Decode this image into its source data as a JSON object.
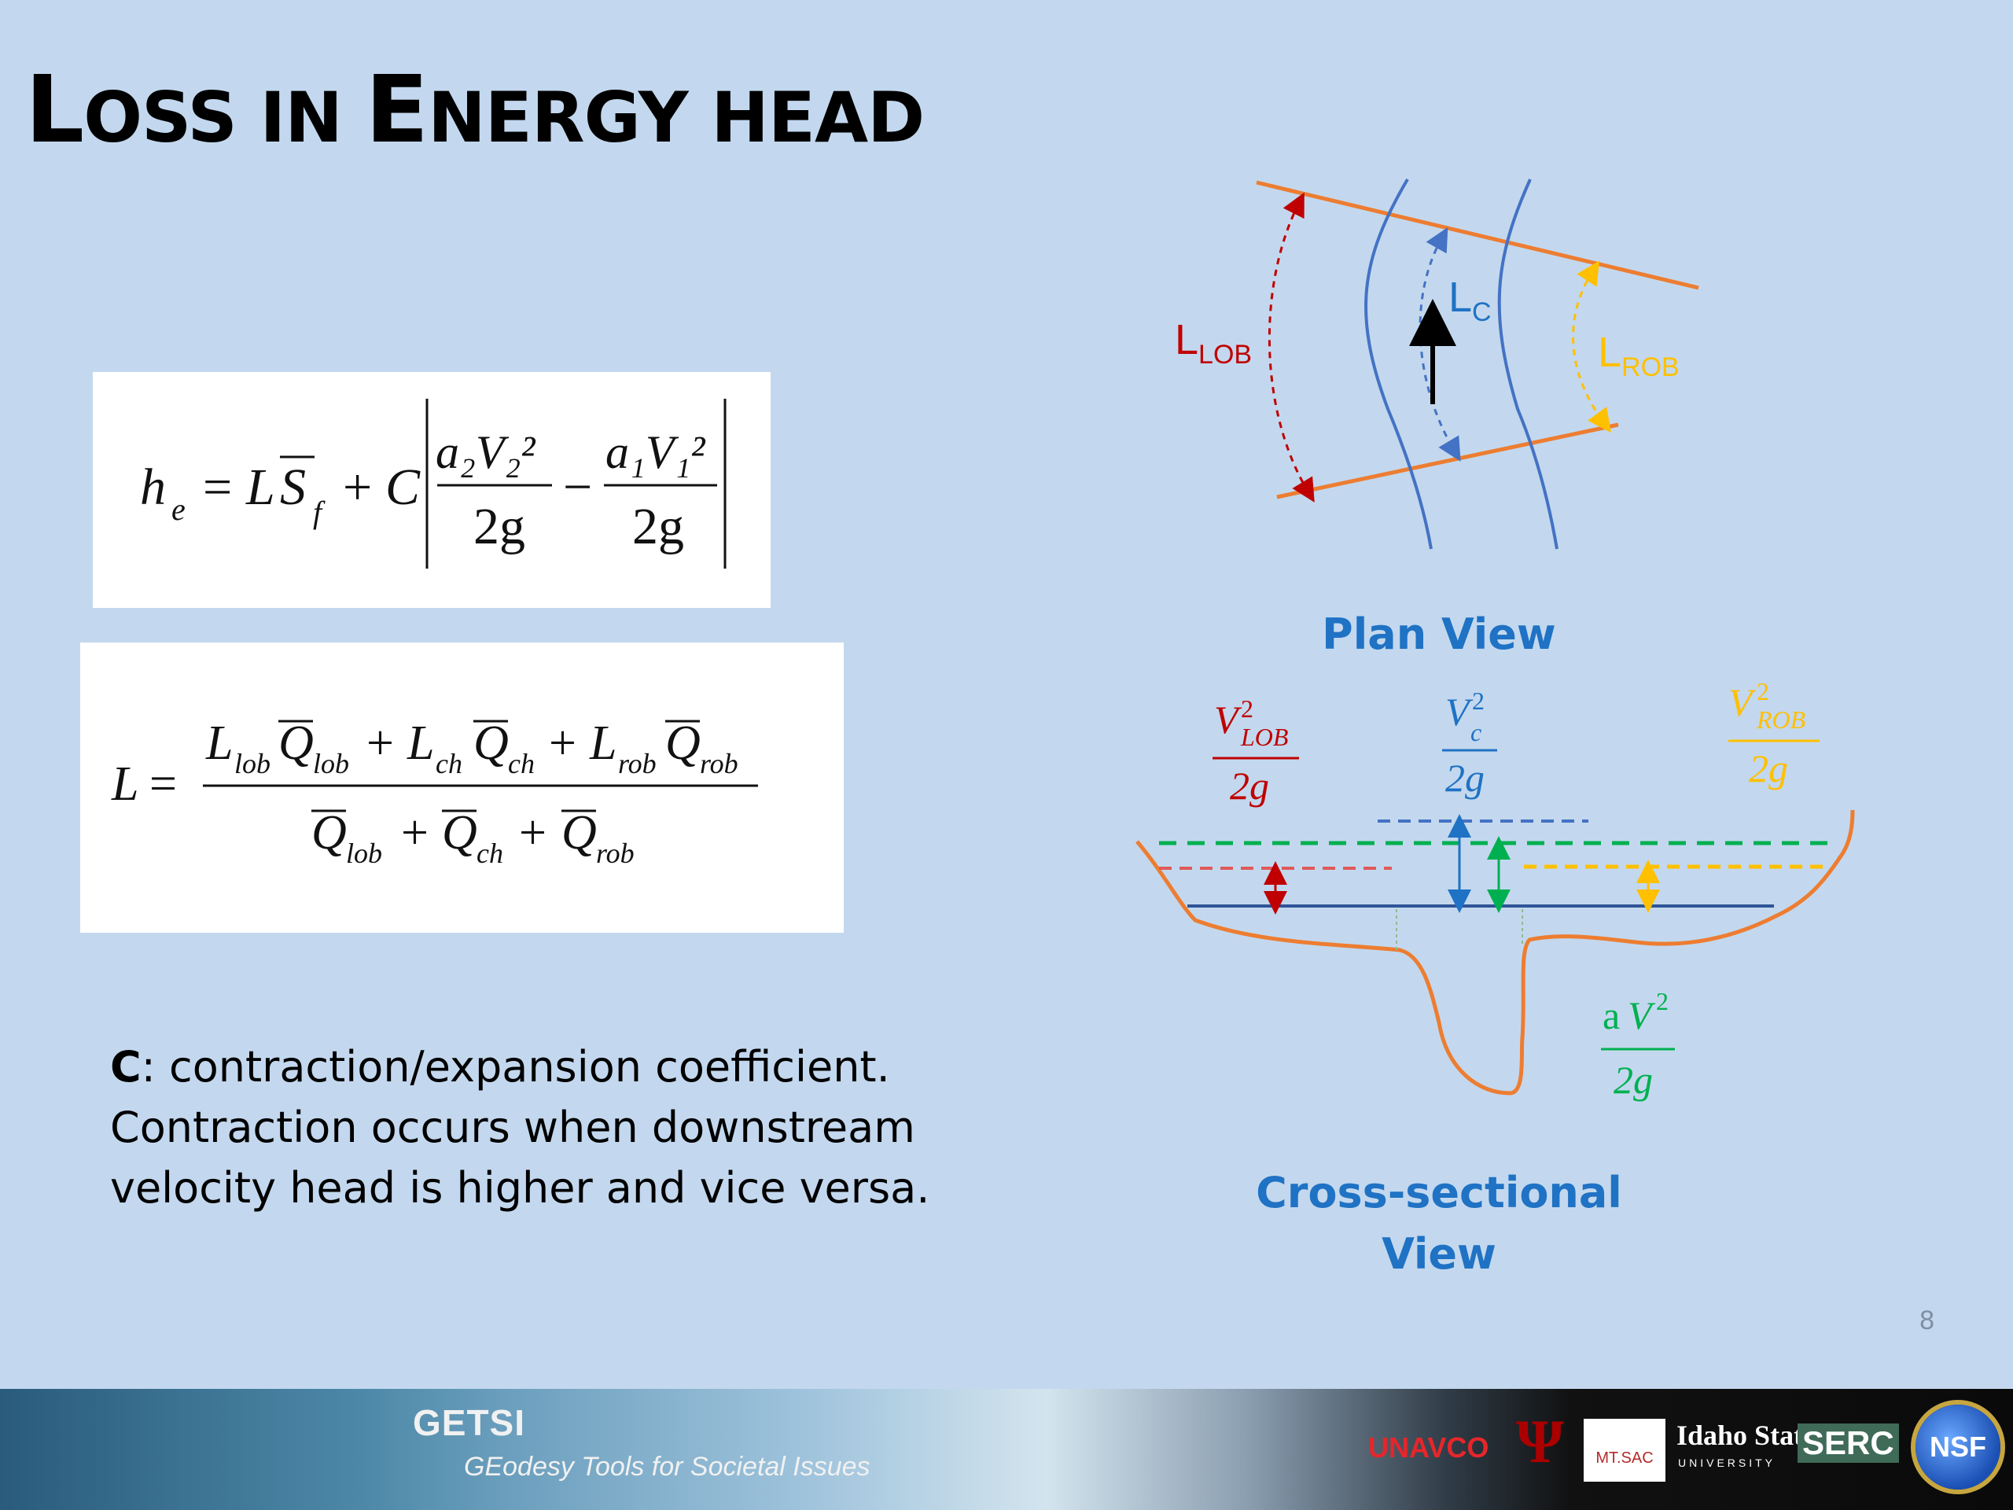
{
  "slide": {
    "title_cap1": "L",
    "title_rest1": "OSS IN ",
    "title_cap2": "E",
    "title_rest2": "NERGY HEAD",
    "page_number": "8"
  },
  "equations": {
    "he": {
      "lhs": "h",
      "lhs_sub": "e",
      "eq": "=",
      "L": "L",
      "S": "S",
      "S_sub": "f",
      "plus": "+",
      "C": "C",
      "num1": "a₂V₂²",
      "num2": "a₁V₁²",
      "den": "2g",
      "minus": "−"
    },
    "L": {
      "lhs": "L",
      "eq": "=",
      "plus": "+",
      "terms_num": [
        {
          "L": "L",
          "L_sub": "lob",
          "Q": "Q",
          "Q_sub": "lob"
        },
        {
          "L": "L",
          "L_sub": "ch",
          "Q": "Q",
          "Q_sub": "ch"
        },
        {
          "L": "L",
          "L_sub": "rob",
          "Q": "Q",
          "Q_sub": "rob"
        }
      ],
      "terms_den": [
        {
          "Q": "Q",
          "Q_sub": "lob"
        },
        {
          "Q": "Q",
          "Q_sub": "ch"
        },
        {
          "Q": "Q",
          "Q_sub": "rob"
        }
      ]
    }
  },
  "note": {
    "bold": "C",
    "line1": ": contraction/expansion coefficient.",
    "line2": "Contraction occurs when downstream",
    "line3": "velocity head is higher and vice versa."
  },
  "plan_view": {
    "label": "Plan View",
    "L_lob": "L",
    "L_lob_sub": "LOB",
    "L_c": "L",
    "L_c_sub": "C",
    "L_rob": "L",
    "L_rob_sub": "ROB"
  },
  "cross_view": {
    "label_line1": "Cross-sectional",
    "label_line2": "View",
    "v_lob": "V",
    "v_lob_sup": "2",
    "v_lob_sub": "LOB",
    "v_c": "V",
    "v_c_sup": "2",
    "v_c_sub": "c",
    "v_rob": "V",
    "v_rob_sup": "2",
    "v_rob_sub": "ROB",
    "den": "2g",
    "av_a": "a",
    "av_v": "V",
    "av_sup": "2",
    "av_den": "2g"
  },
  "colors": {
    "background": "#c3d8ee",
    "orange": "#ed7d31",
    "blue_channel": "#4472c4",
    "red": "#c00000",
    "yellow": "#ffc000",
    "green": "#00b050",
    "label_blue": "#1f72c4"
  },
  "banner": {
    "getsi": "GETSI",
    "getsi_sub": "GEodesy Tools for Societal Issues",
    "unavco": "UNAVCO",
    "iu": "Ψ",
    "mtsac": "MT.SAC",
    "idaho": "Idaho State",
    "idaho_sub": "UNIVERSITY",
    "serc": "SERC",
    "nsf": "NSF"
  }
}
